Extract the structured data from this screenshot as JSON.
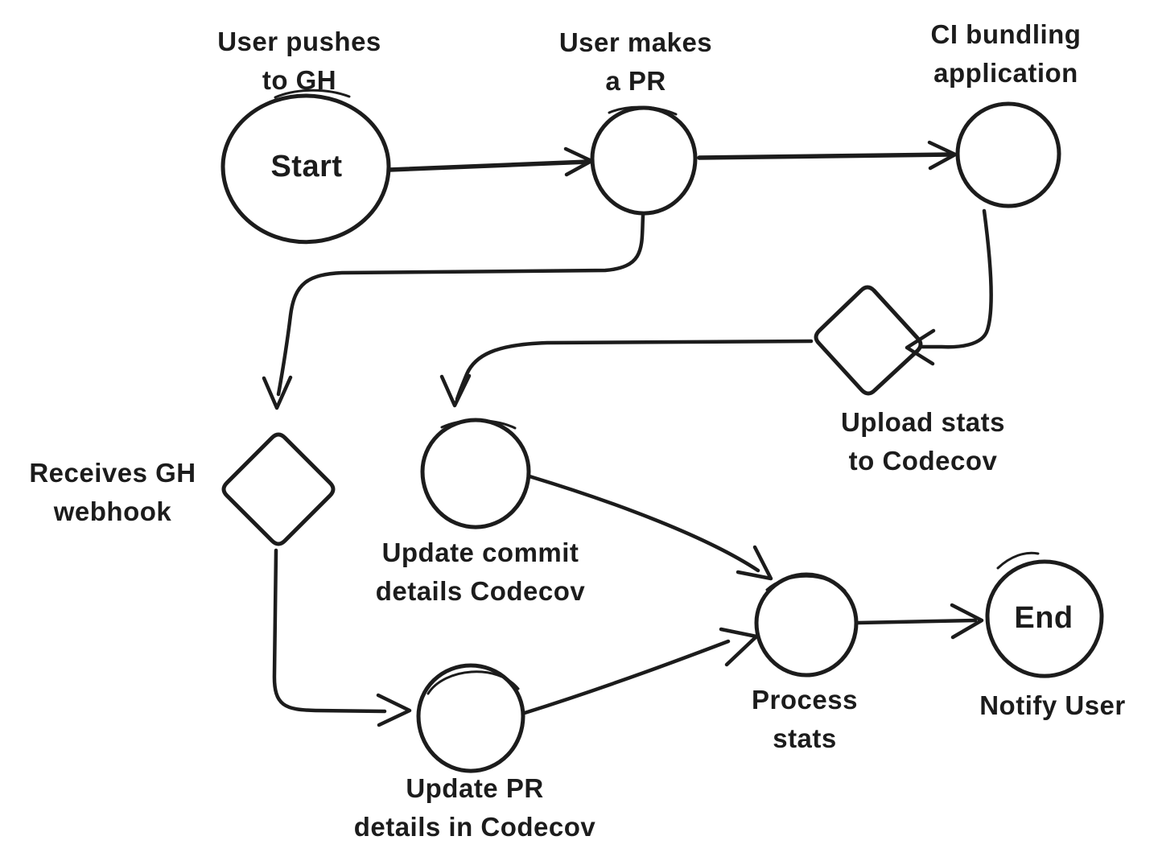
{
  "diagram": {
    "background_color": "#ffffff",
    "stroke_color": "#1c1c1c",
    "nodes": {
      "start": {
        "shape": "ellipse",
        "inner_text": "Start",
        "label": [
          "User pushes",
          "to GH"
        ]
      },
      "user_makes_pr": {
        "shape": "circle",
        "inner_text": "",
        "label": [
          "User makes",
          "a PR"
        ]
      },
      "ci_bundling": {
        "shape": "circle",
        "inner_text": "",
        "label": [
          "CI bundling",
          "application"
        ]
      },
      "upload_stats": {
        "shape": "diamond",
        "inner_text": "",
        "label": [
          "Upload stats",
          "to Codecov"
        ]
      },
      "receives_webhook": {
        "shape": "diamond",
        "inner_text": "",
        "label": [
          "Receives GH",
          "webhook"
        ]
      },
      "update_commit": {
        "shape": "circle",
        "inner_text": "",
        "label": [
          "Update commit",
          "details Codecov"
        ]
      },
      "update_pr": {
        "shape": "circle",
        "inner_text": "",
        "label": [
          "Update PR",
          "details in Codecov"
        ]
      },
      "process_stats": {
        "shape": "circle",
        "inner_text": "",
        "label": [
          "Process",
          "stats"
        ]
      },
      "end": {
        "shape": "circle",
        "inner_text": "End",
        "label": [
          "Notify User"
        ]
      }
    },
    "edges": [
      {
        "from": "start",
        "to": "user_makes_pr"
      },
      {
        "from": "user_makes_pr",
        "to": "ci_bundling"
      },
      {
        "from": "user_makes_pr",
        "to": "receives_webhook"
      },
      {
        "from": "ci_bundling",
        "to": "upload_stats"
      },
      {
        "from": "upload_stats",
        "to": "update_commit"
      },
      {
        "from": "receives_webhook",
        "to": "update_pr"
      },
      {
        "from": "update_commit",
        "to": "process_stats"
      },
      {
        "from": "update_pr",
        "to": "process_stats"
      },
      {
        "from": "process_stats",
        "to": "end"
      }
    ]
  }
}
